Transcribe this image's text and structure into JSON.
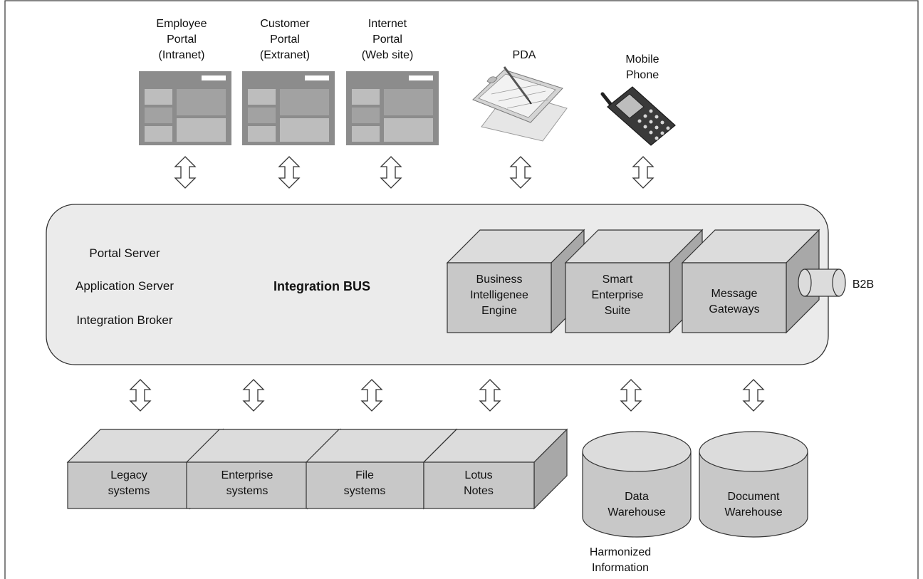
{
  "portals": [
    {
      "lines": [
        "Employee",
        "Portal",
        "(Intranet)"
      ]
    },
    {
      "lines": [
        "Customer",
        "Portal",
        "(Extranet)"
      ]
    },
    {
      "lines": [
        "Internet",
        "Portal",
        "(Web site)"
      ]
    }
  ],
  "devices": {
    "pda": {
      "label": "PDA"
    },
    "mobile": {
      "lines": [
        "Mobile",
        "Phone"
      ]
    }
  },
  "bus": {
    "left_labels": [
      "Portal Server",
      "Application Server",
      "Integration Broker"
    ],
    "title": "Integration BUS",
    "engines": [
      {
        "lines": [
          "Business",
          "Intelligenee",
          "Engine"
        ]
      },
      {
        "lines": [
          "Smart",
          "Enterprise",
          "Suite"
        ]
      },
      {
        "lines": [
          "Message",
          "Gateways"
        ]
      }
    ],
    "b2b_label": "B2B"
  },
  "systems": [
    {
      "lines": [
        "Legacy",
        "systems"
      ]
    },
    {
      "lines": [
        "Enterprise",
        "systems"
      ]
    },
    {
      "lines": [
        "File",
        "systems"
      ]
    },
    {
      "lines": [
        "Lotus",
        "Notes"
      ]
    }
  ],
  "warehouses": [
    {
      "lines": [
        "Data",
        "Warehouse"
      ]
    },
    {
      "lines": [
        "Document",
        "Warehouse"
      ]
    }
  ],
  "harmonized": [
    "Harmonized",
    "Information"
  ],
  "colors": {
    "box_front": "#c8c8c8",
    "box_top": "#dcdcdc",
    "box_side": "#a8a8a8",
    "bus_fill": "#ebebeb",
    "screen_bg": "#8c8c8c"
  }
}
